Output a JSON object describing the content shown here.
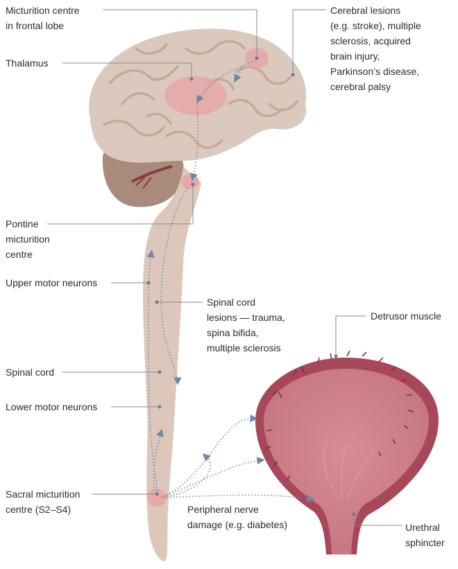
{
  "labels": {
    "micturition_frontal": [
      "Micturition centre",
      "in frontal lobe"
    ],
    "thalamus": [
      "Thalamus"
    ],
    "pontine": [
      "Pontine",
      "micturition",
      "centre"
    ],
    "upper_motor": [
      "Upper motor neurons"
    ],
    "spinal_cord": [
      "Spinal cord"
    ],
    "lower_motor": [
      "Lower motor neurons"
    ],
    "sacral": [
      "Sacral micturition",
      "centre (S2–S4)"
    ],
    "cerebral_lesions": [
      "Cerebral lesions",
      "(e.g. stroke), multiple",
      "sclerosis, acquired",
      "brain injury,",
      "Parkinson’s disease,",
      "cerebral palsy"
    ],
    "spinal_lesions": [
      "Spinal cord",
      "lesions — trauma,",
      "spina bifida,",
      "multiple sclerosis"
    ],
    "detrusor": [
      "Detrusor muscle"
    ],
    "peripheral": [
      "Peripheral nerve",
      "damage (e.g. diabetes)"
    ],
    "urethral": [
      "Urethral",
      "sphincter"
    ]
  },
  "colors": {
    "brain": "#dcc9bd",
    "brain_fold": "#c4a999",
    "cerebellum": "#a98a7d",
    "spinal_cord": "#ddc7ba",
    "highlight": "#e7a2a4",
    "bladder_wall": "#a8475a",
    "bladder_inner": "#c97986",
    "pathway": "#6f86a5",
    "leader": "#7f8a99"
  }
}
